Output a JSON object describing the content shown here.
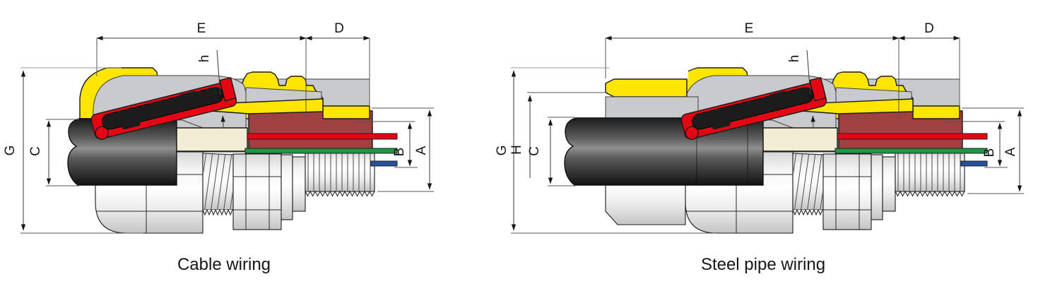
{
  "figure": {
    "type": "cable-gland-dimension-drawing",
    "background": "#FFFFFF"
  },
  "diagrams": [
    {
      "caption": "Cable wiring",
      "labels": {
        "E": "E",
        "D": "D",
        "h": "h",
        "G": "G",
        "C": "C",
        "B": "B",
        "A": "A"
      }
    },
    {
      "caption": "Steel pipe wiring",
      "labels": {
        "E": "E",
        "D": "D",
        "h": "h",
        "G": "G",
        "H": "H",
        "C": "C",
        "B": "B",
        "A": "A"
      }
    }
  ],
  "colors": {
    "background": "#FFFFFF",
    "outline": "#1A1A1A",
    "cap_yellow": "#FFE500",
    "inner_grey": "#C9CACB",
    "core_maroon": "#9E4140",
    "sleeve_cream": "#F3EDD6",
    "seal_red": "#E30613",
    "grommet_black": "#1C1C1C",
    "wire_red": "#E30613",
    "wire_green": "#1F9641",
    "wire_blue": "#27509F",
    "metal_body": "#F4F4F4",
    "dim_line": "#3A3A3A"
  }
}
